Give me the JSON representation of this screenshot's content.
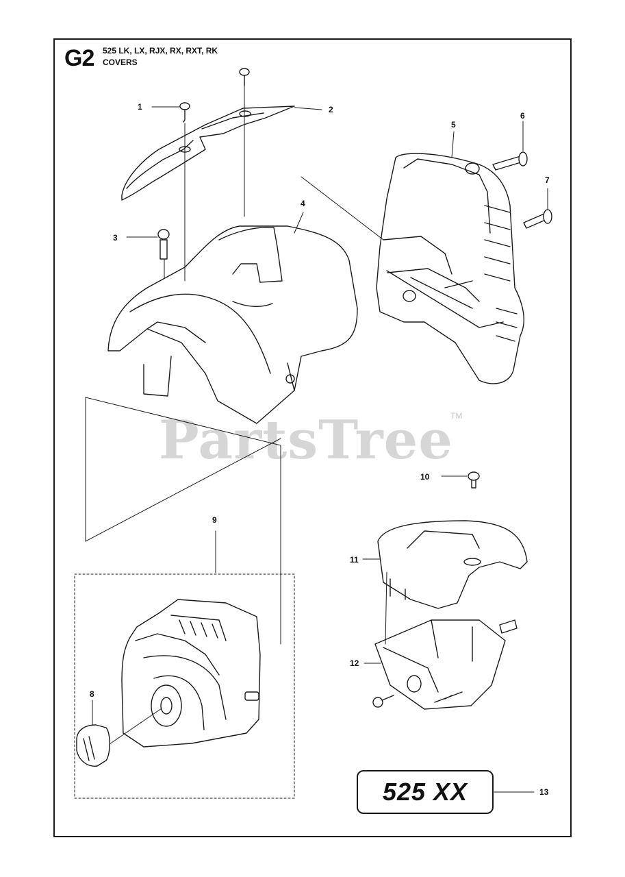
{
  "header": {
    "section_id": "G2",
    "models": "525 LK, LX, RJX, RX, RXT, RK",
    "section_title": "COVERS"
  },
  "callouts": [
    "1",
    "2",
    "3",
    "4",
    "5",
    "6",
    "7",
    "8",
    "9",
    "10",
    "11",
    "12",
    "13"
  ],
  "watermark": {
    "text": "PartsTree",
    "trademark": "TM"
  },
  "model_label": "525 XX"
}
